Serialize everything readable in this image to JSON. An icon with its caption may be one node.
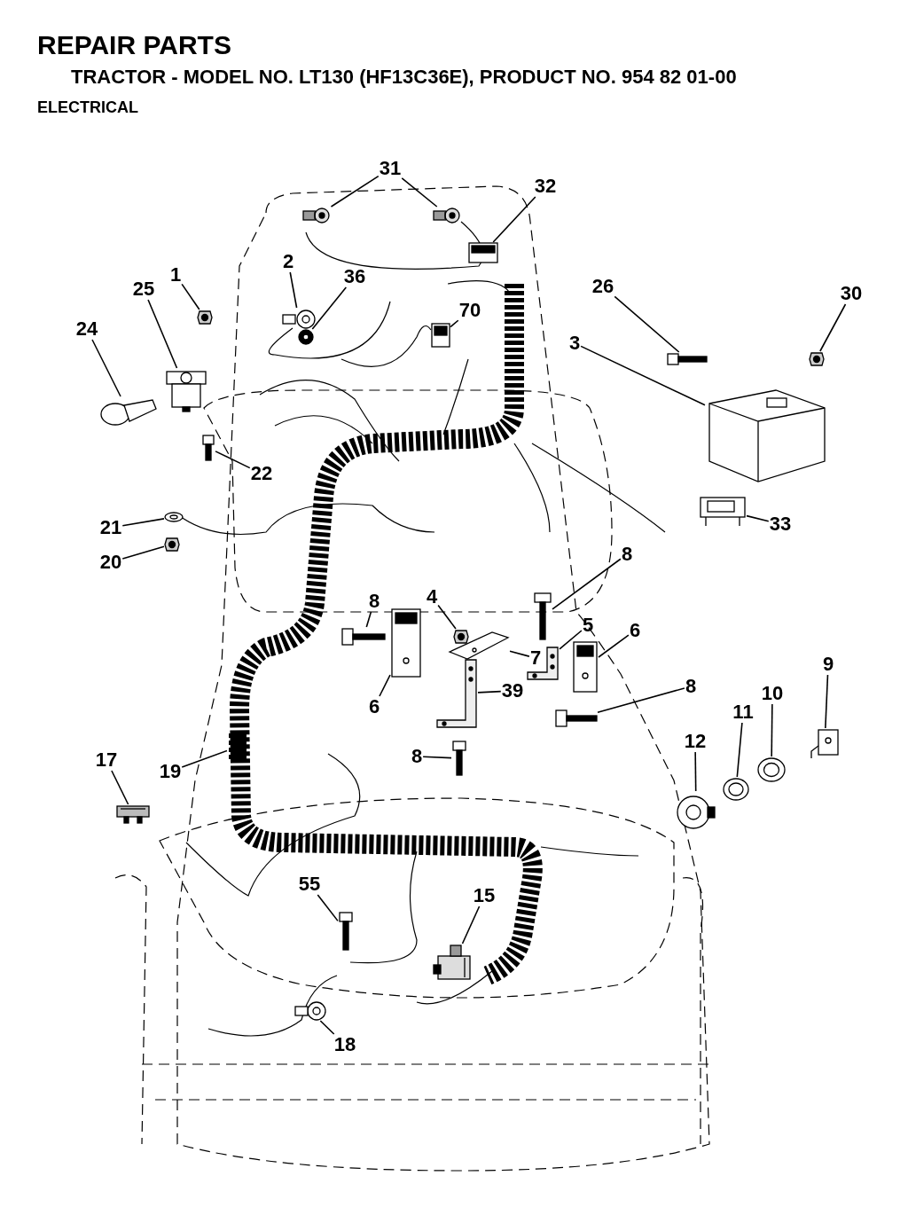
{
  "diagram": {
    "title": "REPAIR PARTS",
    "nodes": [
      {
        "text": [
          "31"
        ]
      },
      {
        "text": [],
        "shape": "picture"
      },
      {
        "text": [],
        "shape": "picture"
      },
      {
        "text": [
          "32"
        ]
      },
      {
        "text": [],
        "shape": "picture"
      },
      {
        "text": [
          "2"
        ]
      },
      {
        "text": [],
        "shape": "picture"
      },
      {
        "text": [
          "36"
        ]
      },
      {
        "text": [],
        "shape": "picture"
      },
      {
        "text": [
          "70"
        ]
      },
      {
        "text": [],
        "shape": "picture"
      },
      {
        "text": [
          "1"
        ]
      },
      {
        "text": [],
        "shape": "picture"
      },
      {
        "text": [
          "25"
        ]
      },
      {
        "text": [],
        "shape": "picture"
      },
      {
        "text": [
          "24"
        ]
      },
      {
        "text": [],
        "shape": "picture"
      },
      {
        "text": [
          "26"
        ]
      },
      {
        "text": [],
        "shape": "picture"
      },
      {
        "text": [
          "30"
        ]
      },
      {
        "text": [],
        "shape": "picture"
      },
      {
        "text": [
          "3"
        ]
      },
      {
        "text": [],
        "shape": "picture"
      },
      {
        "text": [
          "22"
        ]
      },
      {
        "text": [],
        "shape": "picture"
      },
      {
        "text": [
          "21"
        ]
      },
      {
        "text": [],
        "shape": "picture"
      },
      {
        "text": [
          "20"
        ]
      },
      {
        "text": [],
        "shape": "picture"
      },
      {
        "text": [
          "33"
        ]
      },
      {
        "text": [],
        "shape": "picture"
      },
      {
        "text": [
          "8"
        ]
      },
      {
        "text": [],
        "shape": "picture"
      },
      {
        "text": [
          "8"
        ]
      },
      {
        "text": [],
        "shape": "picture"
      },
      {
        "text": [
          "4"
        ]
      },
      {
        "text": [],
        "shape": "picture"
      },
      {
        "text": [
          "7"
        ]
      },
      {
        "text": [],
        "shape": "picture"
      },
      {
        "text": [
          "5"
        ]
      },
      {
        "text": [],
        "shape": "picture"
      },
      {
        "text": [
          "6"
        ]
      },
      {
        "text": [],
        "shape": "picture"
      },
      {
        "text": [
          "6"
        ]
      },
      {
        "text": [],
        "shape": "picture"
      },
      {
        "text": [
          "39"
        ]
      },
      {
        "text": [],
        "shape": "picture"
      },
      {
        "text": [
          "8"
        ]
      },
      {
        "text": [],
        "shape": "picture"
      },
      {
        "text": [
          "9"
        ]
      },
      {
        "text": [],
        "shape": "picture"
      },
      {
        "text": [
          "10"
        ]
      },
      {
        "text": [],
        "shape": "picture"
      },
      {
        "text": [
          "11"
        ]
      },
      {
        "text": [],
        "shape": "picture"
      },
      {
        "text": [
          "12"
        ]
      },
      {
        "text": [],
        "shape": "picture"
      },
      {
        "text": [
          "8"
        ]
      },
      {
        "text": [],
        "shape": "picture"
      },
      {
        "text": [
          "17"
        ]
      },
      {
        "text": [],
        "shape": "picture"
      },
      {
        "text": [
          "19"
        ]
      },
      {
        "text": [],
        "shape": "picture"
      },
      {
        "text": [
          "55"
        ]
      },
      {
        "text": [],
        "shape": "picture"
      },
      {
        "text": [
          "15"
        ]
      },
      {
        "text": [],
        "shape": "picture"
      },
      {
        "text": [
          "18"
        ]
      },
      {
        "text": [],
        "shape": "picture"
      }
    ],
    "edges": [
      {
        "from": 0,
        "to": 1,
        "arrow": "none"
      },
      {
        "from": 0,
        "to": 2,
        "arrow": "none"
      },
      {
        "from": 3,
        "to": 4,
        "arrow": "none"
      },
      {
        "from": 5,
        "to": 6,
        "arrow": "none"
      },
      {
        "from": 7,
        "to": 8,
        "arrow": "none"
      },
      {
        "from": 9,
        "to": 10,
        "arrow": "none"
      },
      {
        "from": 11,
        "to": 12,
        "arrow": "none"
      },
      {
        "from": 13,
        "to": 14,
        "arrow": "none"
      },
      {
        "from": 15,
        "to": 16,
        "arrow": "none"
      },
      {
        "from": 17,
        "to": 18,
        "arrow": "none"
      },
      {
        "from": 19,
        "to": 20,
        "arrow": "none"
      },
      {
        "from": 21,
        "to": 22,
        "arrow": "none"
      },
      {
        "from": 23,
        "to": 24,
        "arrow": "none"
      },
      {
        "from": 25,
        "to": 26,
        "arrow": "none"
      },
      {
        "from": 27,
        "to": 28,
        "arrow": "none"
      },
      {
        "from": 29,
        "to": 30,
        "arrow": "none"
      },
      {
        "from": 31,
        "to": 32,
        "arrow": "none"
      },
      {
        "from": 33,
        "to": 34,
        "arrow": "none"
      },
      {
        "from": 35,
        "to": 36,
        "arrow": "none"
      },
      {
        "from": 37,
        "to": 38,
        "arrow": "none"
      },
      {
        "from": 39,
        "to": 40,
        "arrow": "none"
      },
      {
        "from": 41,
        "to": 42,
        "arrow": "none"
      },
      {
        "from": 43,
        "to": 44,
        "arrow": "none"
      },
      {
        "from": 45,
        "to": 46,
        "arrow": "none"
      },
      {
        "from": 47,
        "to": 48,
        "arrow": "none"
      },
      {
        "from": 49,
        "to": 50,
        "arrow": "none"
      },
      {
        "from": 51,
        "to": 52,
        "arrow": "none"
      },
      {
        "from": 53,
        "to": 54,
        "arrow": "none"
      },
      {
        "from": 55,
        "to": 56,
        "arrow": "none"
      },
      {
        "from": 57,
        "to": 58,
        "arrow": "none"
      },
      {
        "from": 59,
        "to": 60,
        "arrow": "none"
      },
      {
        "from": 61,
        "to": 62,
        "arrow": "none"
      },
      {
        "from": 63,
        "to": 64,
        "arrow": "none"
      },
      {
        "from": 65,
        "to": 66,
        "arrow": "none"
      },
      {
        "from": 67,
        "to": 68,
        "arrow": "none"
      }
    ],
    "labels": [
      "TRACTOR - MODEL NO. LT130 (HF13C36E), PRODUCT NO. 954 82 01-00",
      "ELECTRICAL"
    ]
  }
}
